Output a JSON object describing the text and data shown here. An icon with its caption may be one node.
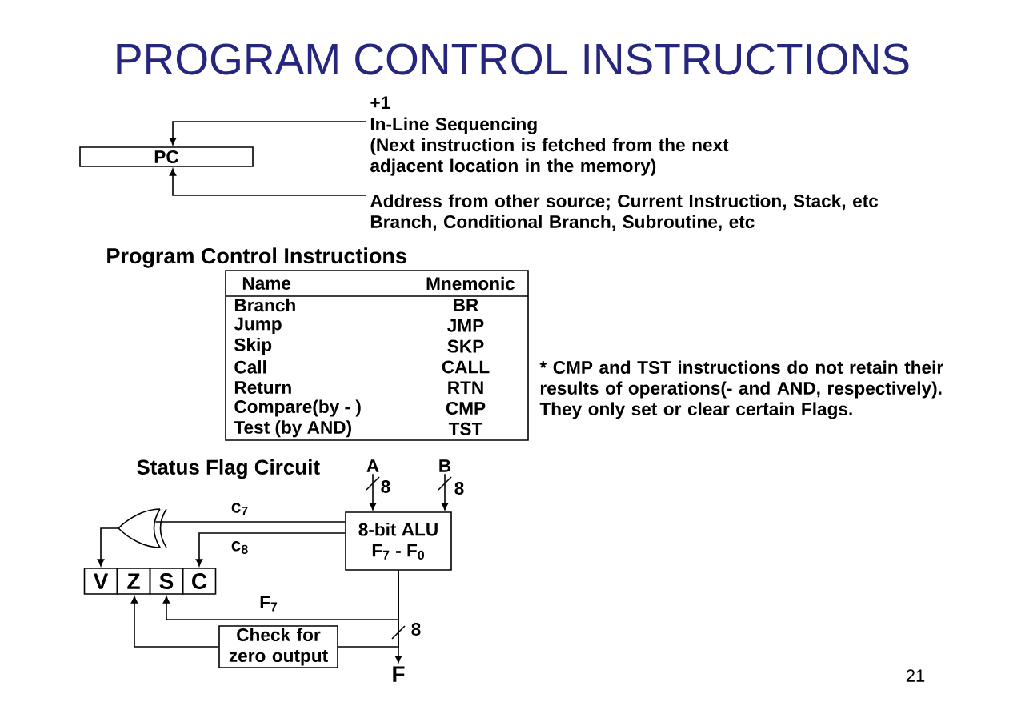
{
  "diagram": {
    "title": "PROGRAM  CONTROL  INSTRUCTIONS",
    "nodes": [
      {
        "text": [
          "PC"
        ]
      },
      {
        "text": [
          "+1",
          "In-Line Sequencing",
          "(Next instruction is fetched from the next adjacent location in the memory)"
        ]
      },
      {
        "text": [
          "Address from other source; Current Instruction, Stack, etc Branch, Conditional Branch, Subroutine, etc"
        ]
      },
      {
        "text": [
          "A"
        ]
      },
      {
        "text": [
          "B"
        ]
      },
      {
        "text": [
          "8-bit ALU",
          "F$_{7}$ - F$_{0}$"
        ]
      },
      {
        "text": [],
        "shape": "gate"
      },
      {
        "text": [
          "V"
        ]
      },
      {
        "text": [
          "Z"
        ]
      },
      {
        "text": [
          "S"
        ]
      },
      {
        "text": [
          "C"
        ]
      },
      {
        "text": [
          "Check for zero output"
        ]
      },
      {
        "text": [
          "F"
        ]
      }
    ],
    "edges": [
      {
        "from": 1,
        "to": 0,
        "arrow": "to"
      },
      {
        "from": 2,
        "to": 0,
        "arrow": "to"
      },
      {
        "from": 3,
        "to": 5,
        "arrow": "to",
        "label": "8"
      },
      {
        "from": 4,
        "to": 5,
        "arrow": "to",
        "label": "8"
      },
      {
        "from": 5,
        "to": 6,
        "arrow": "none",
        "label": "c$_{7}$"
      },
      {
        "from": 5,
        "to": 10,
        "arrow": "to",
        "label": "c$_{8}$"
      },
      {
        "from": 6,
        "to": 7,
        "arrow": "to"
      },
      {
        "from": 5,
        "to": 9,
        "arrow": "to",
        "label": "F$_{7}$"
      },
      {
        "from": 5,
        "to": 11,
        "arrow": "none"
      },
      {
        "from": 11,
        "to": 8,
        "arrow": "to"
      },
      {
        "from": 5,
        "to": 12,
        "arrow": "to",
        "label": "8"
      }
    ],
    "labels": [
      "Program Control Instructions",
      "Name",
      "Mnemonic",
      "Branch",
      "BR",
      "Jump",
      "JMP",
      "Skip",
      "SKP",
      "Call",
      "CALL",
      "Return",
      "RTN",
      "Compare(by - )",
      "CMP",
      "Test (by AND)",
      "TST",
      "* CMP and TST instructions do not retain their results of operations(- and AND, respectively). They only set or clear certain Flags.",
      "Status Flag Circuit",
      "21"
    ]
  }
}
